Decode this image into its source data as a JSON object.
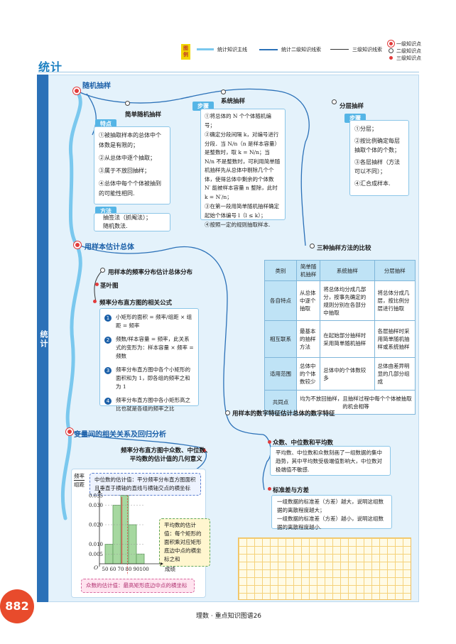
{
  "legend": {
    "tag": "图例",
    "main_line": "统计知识主线",
    "second_line": "统计二级知识线索",
    "third_line": "三级知识线索",
    "level1": "一级知识点",
    "level2": "二级知识点",
    "level3": "三级知识点"
  },
  "section_title": "统计",
  "sidebar_label": "统计",
  "random_sampling": {
    "title": "随机抽样",
    "simple": {
      "title": "简单随机抽样",
      "features_tag": "特点",
      "features": [
        "①被抽取样本的总体中个体数是有限的；",
        "②从总体中逐个抽取；",
        "③属于不放回抽样；",
        "④总体中每个个体被抽到的可能性相同."
      ],
      "methods_tag": "方法",
      "methods": [
        "抽签法（抓阄法）；",
        "随机数法."
      ]
    },
    "systematic": {
      "title": "系统抽样",
      "steps_tag": "步骤",
      "steps": [
        "①将总体的 N 个个体随机编号；",
        "②确定分段间隔 k，对编号进行分段．当 N/n（n 是样本容量）是整数时，取 k = N/n；当 N/n 不是整数时，可利用简单随机抽样先从总体中剔除几个个体，使得总体中剩余的个体数 N′ 能被样本容量 n 整除，此时 k = N′/n；",
        "③在第一段用简单随机抽样确定起始个体编号 l（l ≤ k）；",
        "④按照一定的规则抽取样本."
      ]
    },
    "stratified": {
      "title": "分层抽样",
      "steps_tag": "步骤",
      "steps": [
        "①分层；",
        "②按比例确定每层抽取个体的个数；",
        "③各层抽样（方法可以不同）；",
        "④汇合成样本."
      ]
    }
  },
  "comparison": {
    "title": "三种抽样方法的比较",
    "headers": [
      "类别",
      "简单随机抽样",
      "系统抽样",
      "分层抽样"
    ],
    "rows": [
      {
        "label": "各自特点",
        "cells": [
          "从总体中逐个抽取",
          "将总体均分成几部分，按事先确定的规则分别在各部分中抽取",
          "将总体分成几层，按比例分层进行抽取"
        ]
      },
      {
        "label": "相互联系",
        "cells": [
          "最基本的抽样方法",
          "在起始部分抽样时采用简单随机抽样",
          "各层抽样时采用简单随机抽样或系统抽样"
        ]
      },
      {
        "label": "适用范围",
        "cells": [
          "总体中的个体数较少",
          "总体中的个体数较多",
          "总体由差异明显的几部分组成"
        ]
      }
    ],
    "common_label": "共同点",
    "common_text": "均为不放回抽样，且抽样过程中每个个体被抽取的机会相等"
  },
  "estimation": {
    "title": "用样本估计总体",
    "freq_dist": "用样本的频率分布估计总体分布",
    "stem_leaf": "茎叶图",
    "histogram_formulas_title": "频率分布直方图的相关公式",
    "formulas": [
      "小矩形的面积 = 频率/组距 × 组距 = 频率",
      "频数/样本容量 = 频率，此关系式的变形为：样本容量 × 频率 = 频数",
      "频率分布直方图中各个小矩形的面积和为 1，即各组的频率之和为 1",
      "频率分布直方图中各小矩形高之比也就是各组的频率之比"
    ],
    "numeric_features": "用样本的数字特征估计总体的数字特征",
    "mean_median_mode": {
      "title": "众数、中位数和平均数",
      "text": "平均数、中位数和众数刻画了一组数据的集中趋势，其中平均数受极端值影响大，中位数对极端值不敏感."
    },
    "variance": {
      "title": "标准差与方差",
      "lines": [
        "一组数据的标准差（方差）越大，说明这组数据的离散程度越大；",
        "一组数据的标准差（方差）越小，说明这组数据的离散程度越小."
      ]
    }
  },
  "histogram_meaning": {
    "title_lines": [
      "频率分布直方图中众数、中位数、",
      "平均数的估计值的几何意义"
    ],
    "median_note": "中位数的估计值：平分频率分布直方图面积且垂直于横轴的直线与横轴交点的横坐标",
    "mean_note": "平均数的估计值：每个矩形的面积乘对应矩形底边中点的横坐标之和",
    "mode_note": "众数的估计值：最高矩形底边中点的横坐标",
    "y_label_top": "频率",
    "y_label_bottom": "组距",
    "x_label": "成绩",
    "origin": "O"
  },
  "chart_data": {
    "type": "bar",
    "categories": [
      "50-60",
      "60-70",
      "70-80",
      "80-90",
      "90-100"
    ],
    "x_ticks": [
      "50",
      "60",
      "70",
      "80",
      "90",
      "100"
    ],
    "y_ticks": [
      "0.005",
      "0.010",
      "0.020",
      "0.030",
      "0.035"
    ],
    "values": [
      0.01,
      0.03,
      0.035,
      0.02,
      0.005
    ],
    "xlabel": "成绩",
    "ylabel": "频率/组距",
    "ylim": [
      0,
      0.04
    ],
    "colors": {
      "bar": "#a6d8a0",
      "bar_stroke": "#5e9c5a",
      "guide": "#e23b3b"
    }
  },
  "regression": {
    "title": "变量间的相关关系及回归分析"
  },
  "footer": {
    "page_number": "882",
    "text": "理数 · 重点知识图谱26"
  },
  "colors": {
    "main_blue": "#2b71b8",
    "red": "#e23b3b",
    "panel": "#e4f2fb"
  }
}
